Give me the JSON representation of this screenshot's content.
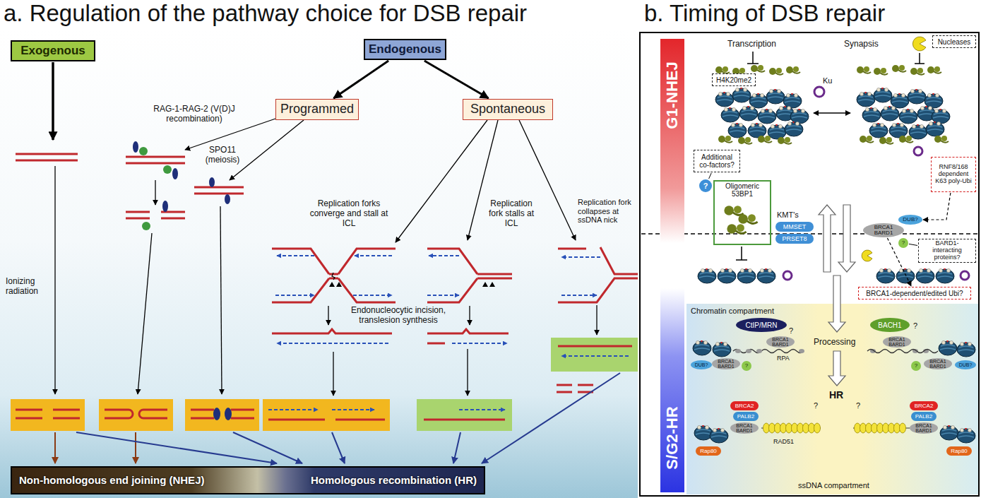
{
  "diagram": {
    "nodes": [
      {
        "text": [
          "Exogenous"
        ]
      },
      {
        "text": [
          "Endogenous"
        ]
      },
      {
        "text": [
          "Programmed"
        ]
      },
      {
        "text": [
          "Spontaneous"
        ]
      },
      {
        "text": [
          "Non-homologous end joining (NHEJ)",
          "Homologous recombination (HR)"
        ]
      },
      {
        "text": [
          "G1-NHEJ",
          "S/G2-HR"
        ]
      },
      {
        "text": [
          "Nucleases"
        ]
      },
      {
        "text": [
          "H4K20me2"
        ]
      },
      {
        "text": [
          "Additional co-factors?"
        ]
      },
      {
        "text": [
          "?"
        ]
      },
      {
        "text": [
          "RNF8/168 dependent K63 poly-Ubi"
        ]
      },
      {
        "text": [
          "Oligomeric 53BP1"
        ]
      },
      {
        "text": [
          "MMSET"
        ]
      },
      {
        "text": [
          "PRSET8"
        ]
      },
      {
        "text": [
          "DUB?"
        ]
      },
      {
        "text": [
          "BRCA1 BARD1"
        ]
      },
      {
        "text": [
          "?"
        ]
      },
      {
        "text": [
          "BARD1-interacting proteins?"
        ]
      },
      {
        "text": [
          "BRCA1-dependent/edited Ubi?"
        ]
      },
      {
        "text": [
          "Chromatin compartment",
          "Processing",
          "HR",
          "ssDNA compartment"
        ]
      },
      {
        "text": [
          "CtIP/MRN"
        ],
        "in": 19
      },
      {
        "text": [
          "BACH1"
        ],
        "in": 19
      },
      {
        "text": [
          "DUB?"
        ],
        "in": 19
      },
      {
        "text": [
          "BRCA1 BARD1"
        ],
        "in": 19
      },
      {
        "text": [
          "?"
        ],
        "in": 19
      },
      {
        "text": [
          "BRCA1 BARD1"
        ],
        "in": 19
      },
      {
        "text": [
          "BRCA1 BARD1"
        ],
        "in": 19
      },
      {
        "text": [
          "DUB?"
        ],
        "in": 19
      },
      {
        "text": [
          "BRCA1 BARD1"
        ],
        "in": 19
      },
      {
        "text": [
          "?"
        ],
        "in": 19
      },
      {
        "text": [
          "BRCA2"
        ],
        "in": 19
      },
      {
        "text": [
          "PALB2"
        ],
        "in": 19
      },
      {
        "text": [
          "BRCA1 BARD1"
        ],
        "in": 19
      },
      {
        "text": [
          "Rap80"
        ],
        "in": 19
      },
      {
        "text": [
          "BRCA2"
        ],
        "in": 19
      },
      {
        "text": [
          "PALB2"
        ],
        "in": 19
      },
      {
        "text": [
          "BRCA1 BARD1"
        ],
        "in": 19
      },
      {
        "text": [
          "Rap80"
        ],
        "in": 19
      }
    ],
    "edges": [
      {
        "from": 1,
        "to": 2,
        "arrow": "to"
      },
      {
        "from": 1,
        "to": 3,
        "arrow": "to"
      },
      {
        "from": 10,
        "to": 14,
        "arrow": "to"
      },
      {
        "from": 15,
        "to": 18,
        "arrow": "to"
      },
      {
        "from": 16,
        "to": 17,
        "arrow": "none"
      },
      {
        "from": 8,
        "to": 9,
        "arrow": "none"
      }
    ],
    "labels": [
      "a. Regulation of the pathway choice for DSB repair",
      "b. Timing of DSB repair",
      "Ionizing radiation",
      "RAG-1-RAG-2 (V(D)J recombination)",
      "SPO11 (meiosis)",
      "Replication forks converge and stall at ICL",
      "Replication fork stalls at ICL",
      "Replication fork collapses at ssDNA nick",
      "Endonucleocytic incision, translesion synthesis",
      "Transcription",
      "Synapsis",
      "Ku",
      "KMT's",
      "RPA",
      "RAD51",
      "?",
      "?",
      "?",
      "?"
    ]
  }
}
